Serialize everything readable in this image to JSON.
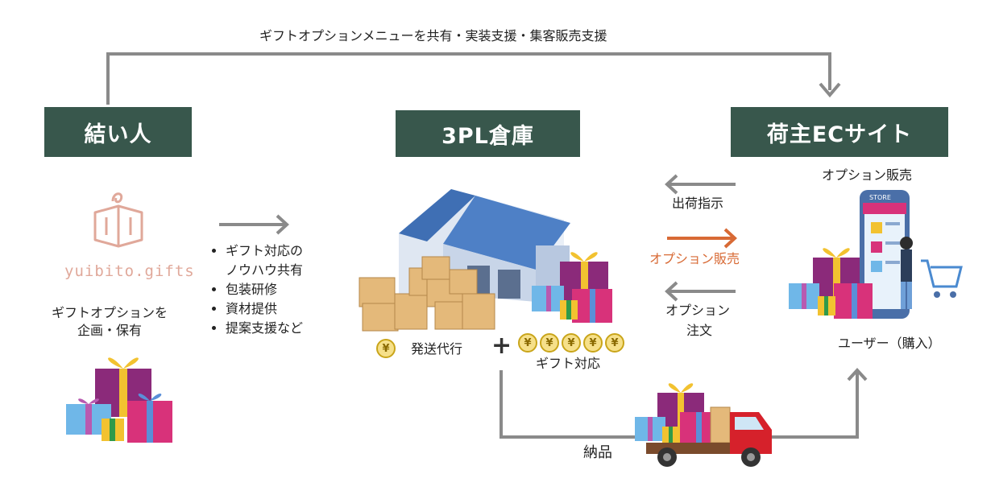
{
  "top_flow_label": "ギフトオプションメニューを共有・実装支援・集客販売支援",
  "nodes": {
    "left_title": "結い人",
    "center_title": "3PL倉庫",
    "right_title": "荷主ECサイト"
  },
  "left": {
    "logo_text": "yuibito.gifts",
    "caption_line1": "ギフトオプションを",
    "caption_line2": "企画・保有"
  },
  "services": {
    "items": [
      "ギフト対応の",
      "ノウハウ共有",
      "包装研修",
      "資材提供",
      "提案支援など"
    ]
  },
  "center": {
    "coin_symbol": "¥",
    "shipping_label": "発送代行",
    "plus": "+",
    "gift_label": "ギフト対応",
    "gift_coin_count": 5
  },
  "flows": {
    "ship_instruction": "出荷指示",
    "option_sale": "オプション販売",
    "option_order_line1": "オプション",
    "option_order_line2": "注文",
    "delivery": "納品"
  },
  "right": {
    "option_sale_label": "オプション販売",
    "store_sign": "STORE",
    "user_label": "ユーザー（購入）"
  },
  "colors": {
    "header_bg": "#38574c",
    "arrow_gray": "#8a8a8a",
    "arrow_orange": "#d86a35",
    "orange_text": "#d86a35"
  }
}
